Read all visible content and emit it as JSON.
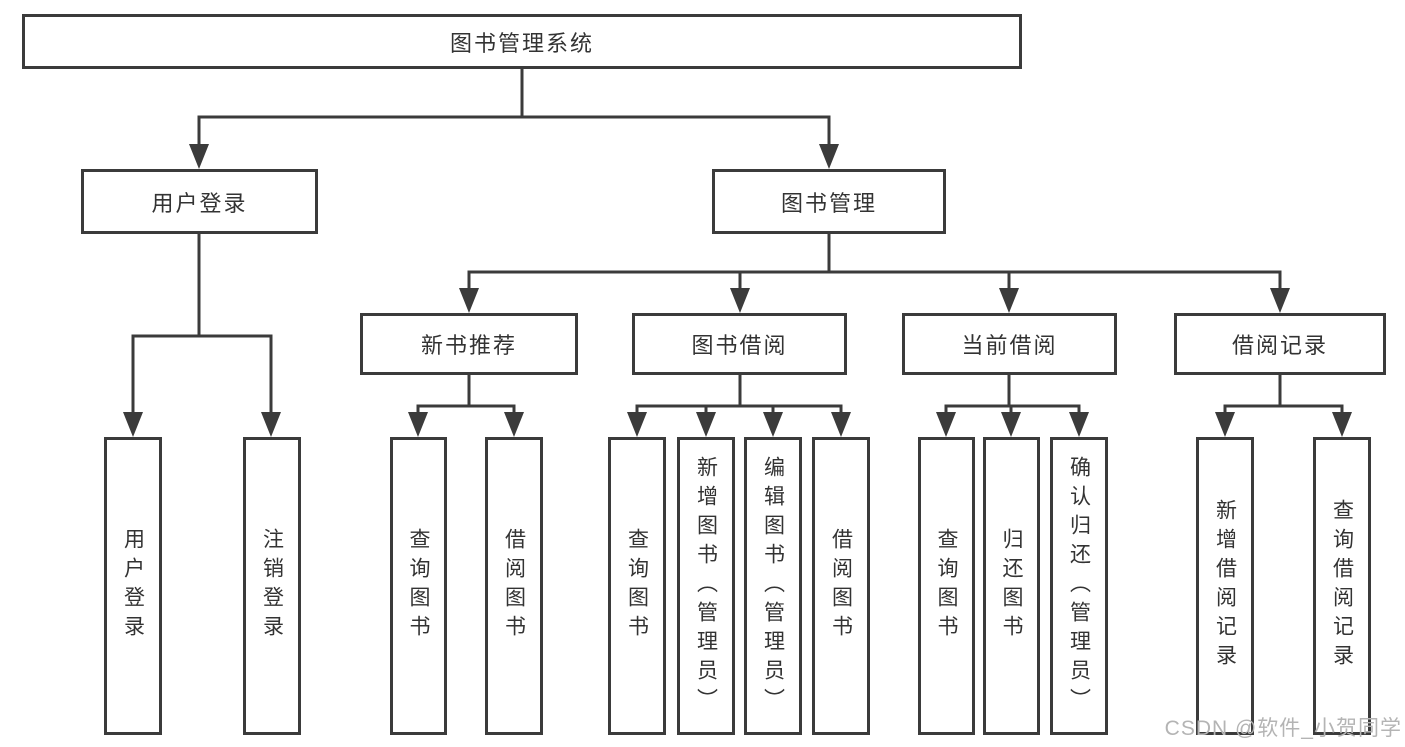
{
  "diagram": {
    "root": {
      "label": "图书管理系统"
    },
    "level2": [
      {
        "label": "用户登录",
        "children": [
          {
            "label": "用户登录"
          },
          {
            "label": "注销登录"
          }
        ]
      },
      {
        "label": "图书管理",
        "groups": [
          {
            "label": "新书推荐",
            "children": [
              {
                "label": "查询图书"
              },
              {
                "label": "借阅图书"
              }
            ]
          },
          {
            "label": "图书借阅",
            "children": [
              {
                "label": "查询图书"
              },
              {
                "label": "新增图书（管理员）"
              },
              {
                "label": "编辑图书（管理员）"
              },
              {
                "label": "借阅图书"
              }
            ]
          },
          {
            "label": "当前借阅",
            "children": [
              {
                "label": "查询图书"
              },
              {
                "label": "归还图书"
              },
              {
                "label": "确认归还（管理员）"
              }
            ]
          },
          {
            "label": "借阅记录",
            "children": [
              {
                "label": "新增借阅记录"
              },
              {
                "label": "查询借阅记录"
              }
            ]
          }
        ]
      }
    ]
  },
  "watermark": {
    "text": "CSDN @软件_小贺同学"
  },
  "colors": {
    "line": "#3b3b3b",
    "text": "#333333",
    "watermark": "#b4b4b4"
  }
}
